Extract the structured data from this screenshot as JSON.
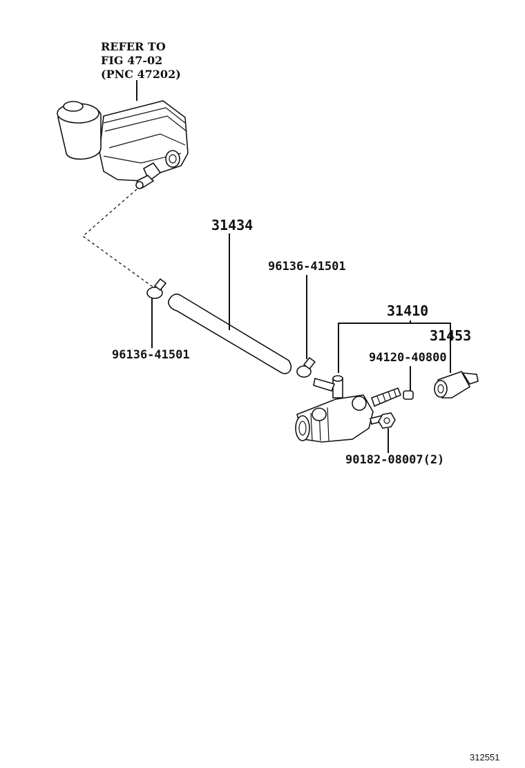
{
  "reference": {
    "line1": "REFER TO",
    "line2": "FIG 47-02",
    "line3": "(PNC 47202)"
  },
  "callouts": {
    "hose": "31434",
    "clip_right": "96136-41501",
    "clip_left": "96136-41501",
    "cylinder_assy": "31410",
    "boot": "31453",
    "bleeder": "94120-40800",
    "nut": "90182-08007(2)"
  },
  "figure_id": "312551"
}
